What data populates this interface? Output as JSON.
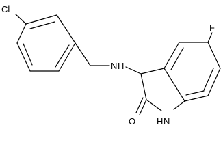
{
  "molecule": {
    "atoms": {
      "cl": "Cl",
      "amine_n": "N",
      "amine_h": "H",
      "fluorine": "F",
      "lactam_h": "H",
      "lactam_n": "N",
      "carbonyl_o": "O"
    },
    "colors": {
      "bond": "#000000",
      "label": "#000000",
      "background": "#ffffff"
    }
  }
}
